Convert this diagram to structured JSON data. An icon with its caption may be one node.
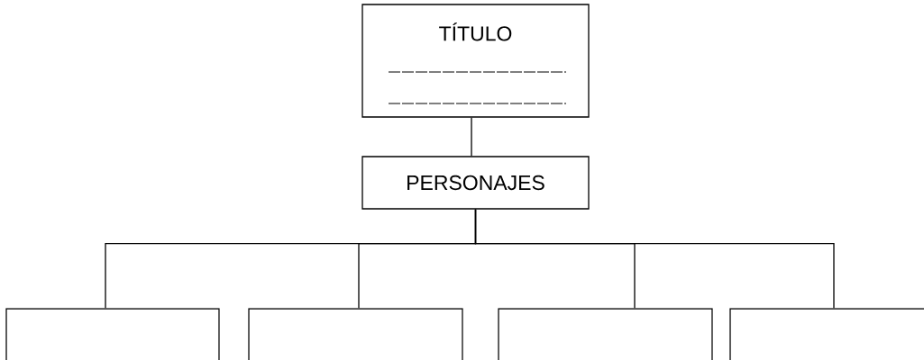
{
  "diagram": {
    "nodes": [
      {
        "text": [
          "TÍTULO"
        ]
      },
      {
        "text": [
          "PERSONAJES"
        ]
      },
      {
        "text": [],
        "shape": "box"
      },
      {
        "text": [],
        "shape": "box"
      },
      {
        "text": [],
        "shape": "box"
      },
      {
        "text": [],
        "shape": "box"
      }
    ],
    "edges": [
      {
        "from": 0,
        "to": 1,
        "arrow": "none"
      },
      {
        "from": 1,
        "to": 2,
        "arrow": "none"
      },
      {
        "from": 1,
        "to": 3,
        "arrow": "none"
      },
      {
        "from": 1,
        "to": 4,
        "arrow": "none"
      },
      {
        "from": 1,
        "to": 5,
        "arrow": "none"
      }
    ]
  }
}
